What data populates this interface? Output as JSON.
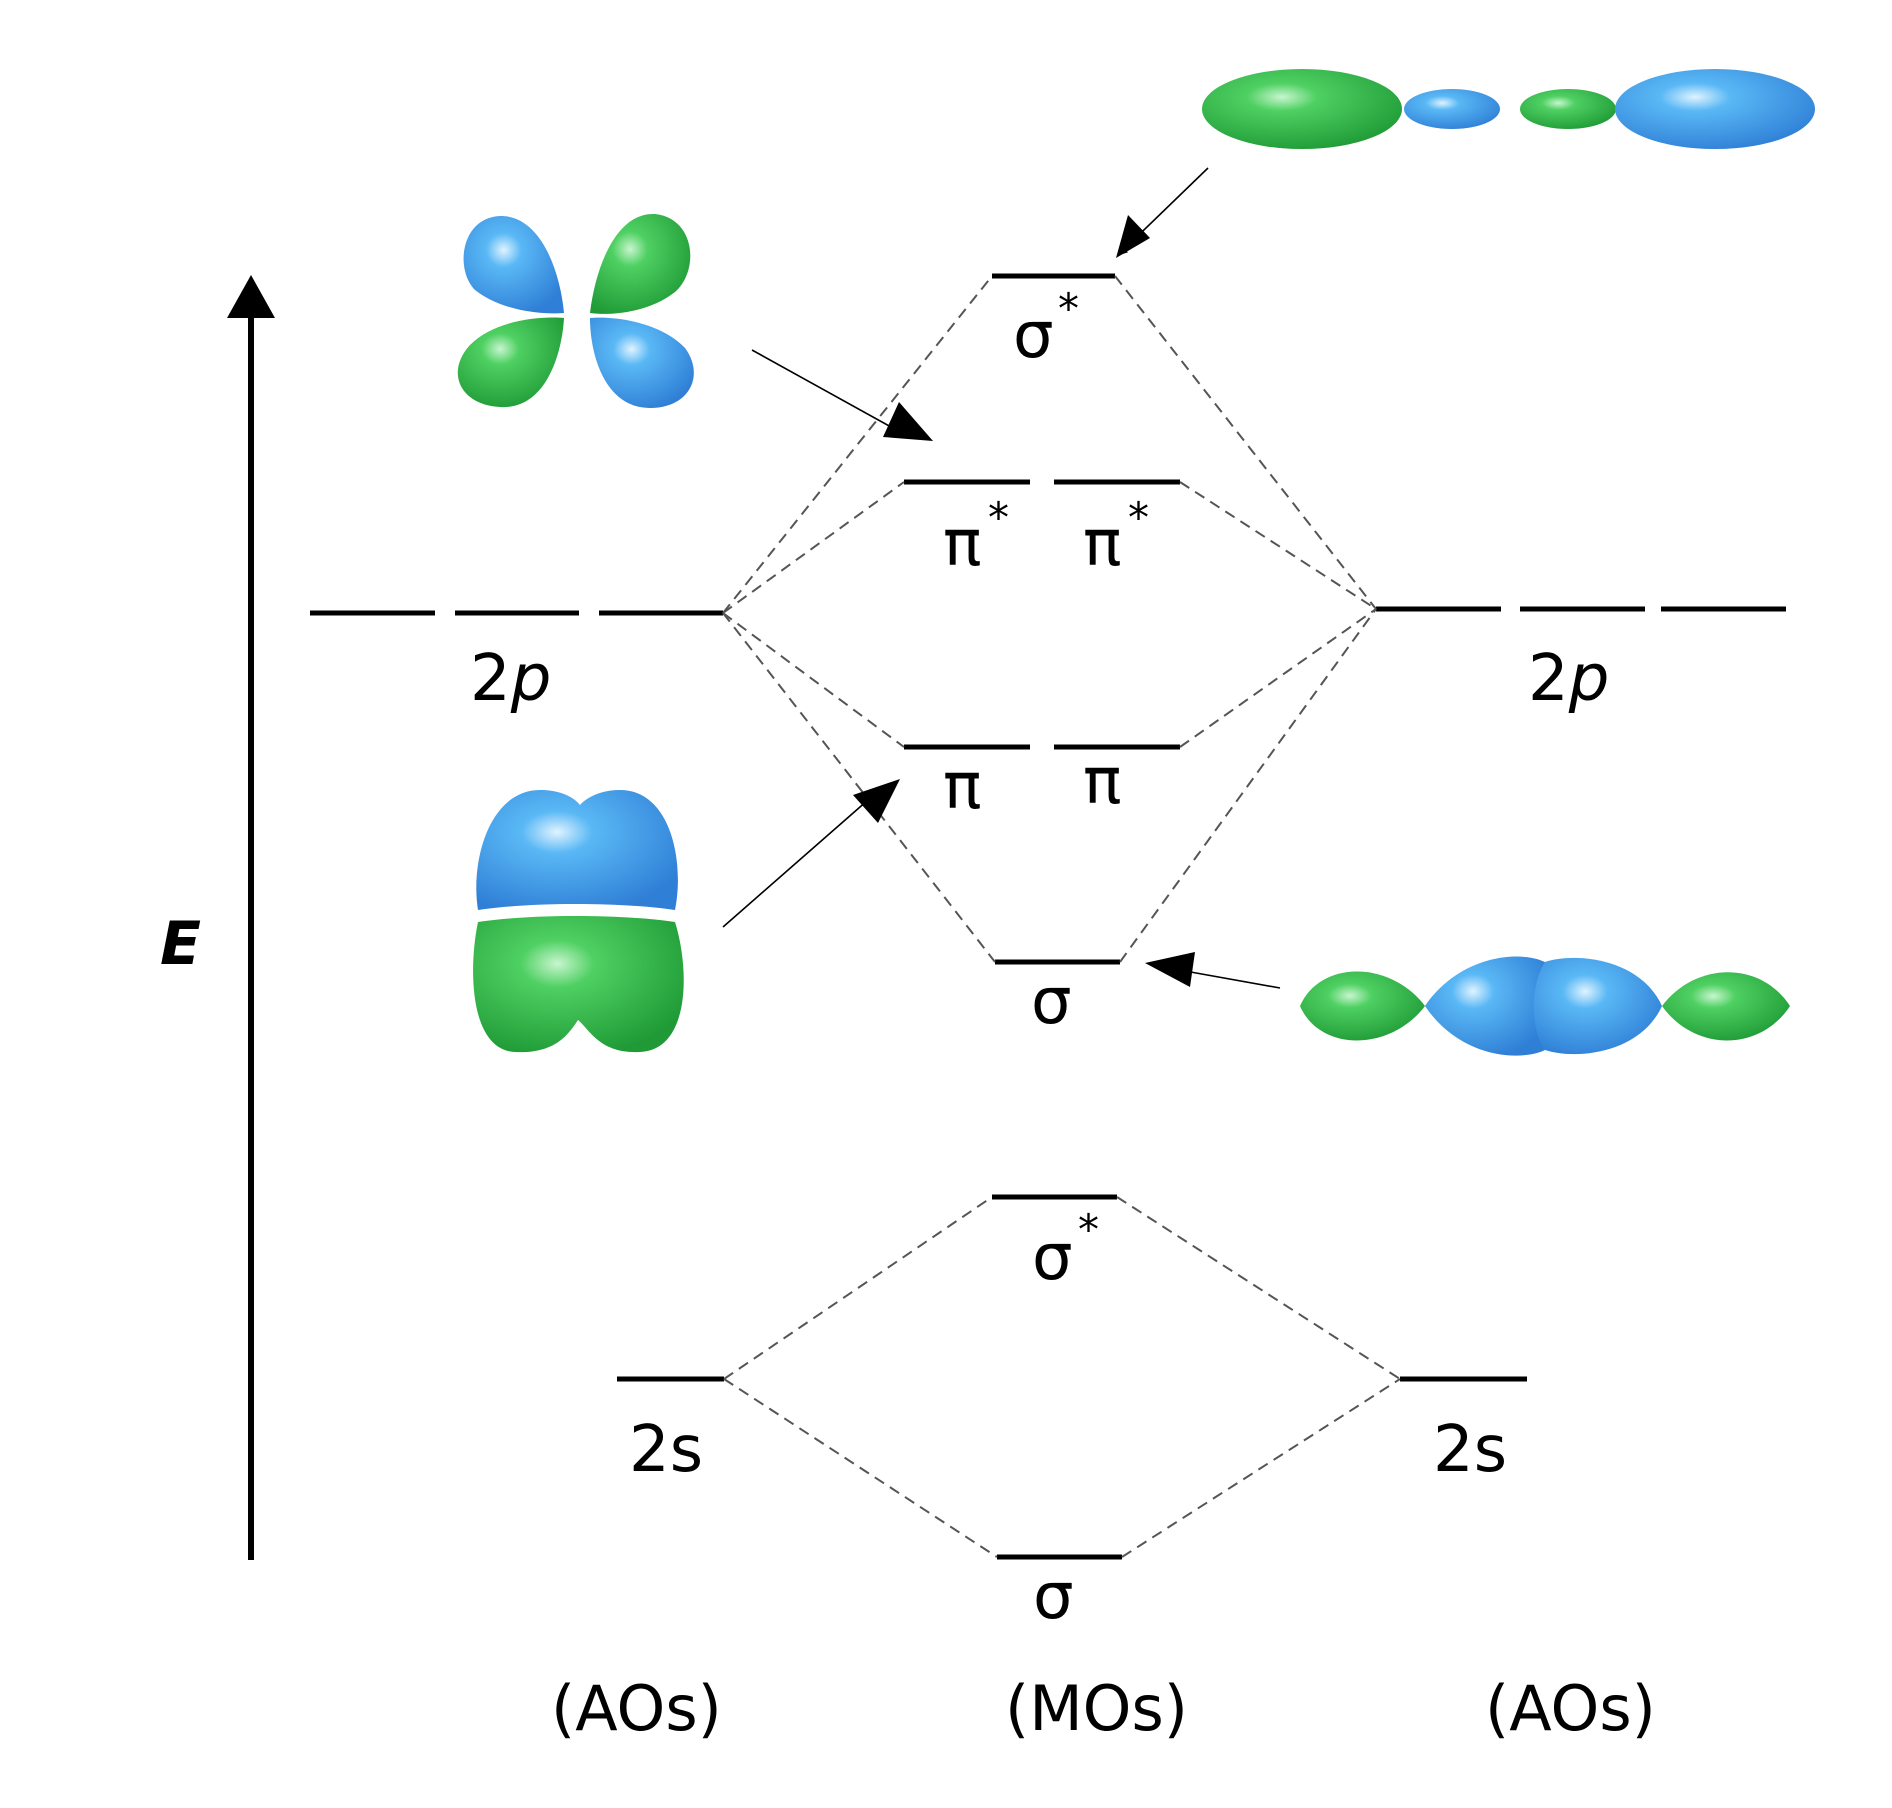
{
  "axis": {
    "label": "E"
  },
  "left_ao": {
    "p_label_num": "2",
    "p_label_letter": "p",
    "s_label": "2s",
    "footer": "(AOs)"
  },
  "right_ao": {
    "p_label_num": "2",
    "p_label_letter": "p",
    "s_label": "2s",
    "footer": "(AOs)"
  },
  "mo": {
    "footer": "(MOs)",
    "sigma_star_p": {
      "symbol": "σ",
      "sup": "*"
    },
    "pi_star_1": {
      "symbol": "π",
      "sup": "*"
    },
    "pi_star_2": {
      "symbol": "π",
      "sup": "*"
    },
    "pi_1": {
      "symbol": "π"
    },
    "pi_2": {
      "symbol": "π"
    },
    "sigma_p": {
      "symbol": "σ"
    },
    "sigma_star_s": {
      "symbol": "σ",
      "sup": "*"
    },
    "sigma_s": {
      "symbol": "σ"
    }
  },
  "colors": {
    "lobe_green": "#2fb34a",
    "lobe_blue": "#3fa0e8",
    "line": "#000000",
    "dashed": "#555555"
  }
}
